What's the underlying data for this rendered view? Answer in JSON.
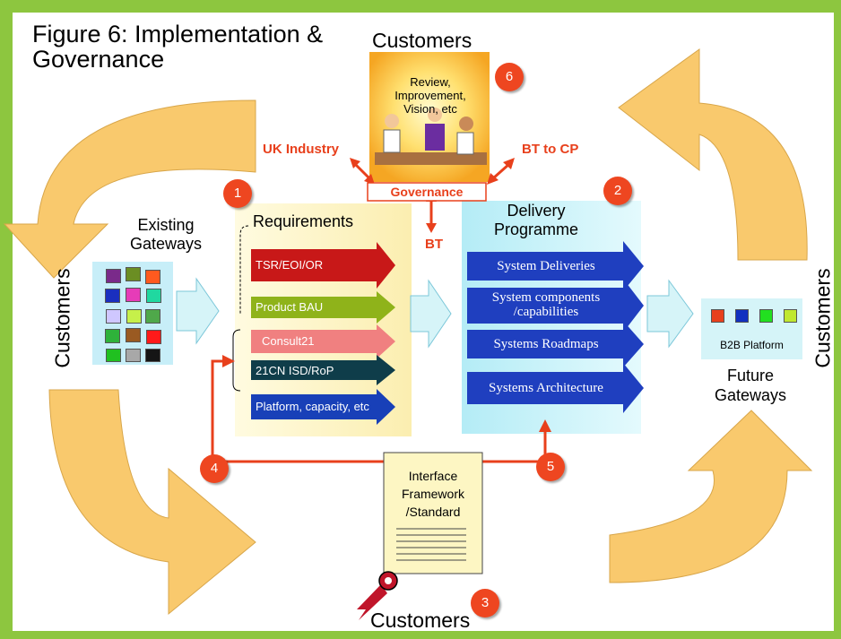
{
  "title": "Figure 6: Implementation & Governance",
  "customers": {
    "top": "Customers",
    "left": "Customers",
    "right": "Customers",
    "bottom": "Customers"
  },
  "review_box": {
    "text": "Review, Improvement, Vision, etc",
    "governance": "Governance"
  },
  "links": {
    "uk_industry": "UK Industry",
    "bt_to_cp": "BT to CP",
    "bt": "BT"
  },
  "existing_gateways": "Existing Gateways",
  "requirements": {
    "title": "Requirements",
    "items": [
      {
        "label": "TSR/EOI/OR",
        "color": "#c81818"
      },
      {
        "label": "Product BAU",
        "color": "#8fb31a"
      },
      {
        "label": "Consult21",
        "color": "#f08080"
      },
      {
        "label": "21CN ISD/RoP",
        "color": "#0f3d4a"
      },
      {
        "label": "Platform, capacity, etc",
        "color": "#1840b8"
      }
    ]
  },
  "delivery": {
    "title": "Delivery Programme",
    "items": [
      "System Deliveries",
      "System components /capabilities",
      "Systems Roadmaps",
      "Systems Architecture"
    ]
  },
  "b2b": {
    "label": "B2B Platform",
    "colors": [
      "#e8401c",
      "#1230c0",
      "#22e020",
      "#c0e830"
    ]
  },
  "future_gateways": "Future Gateways",
  "interface_doc": "Interface Framework /Standard",
  "numbers": [
    "1",
    "2",
    "3",
    "4",
    "5",
    "6"
  ],
  "colors": {
    "frame": "#8dc63f",
    "curve_arrow": "#f9c96d",
    "light_arrow": "#d6f4f8",
    "red_line": "#e8401c",
    "requirements_bg": "#fdf6c3",
    "delivery_bg": "#c4f0f8",
    "system_arrow": "#1f3fbf"
  }
}
